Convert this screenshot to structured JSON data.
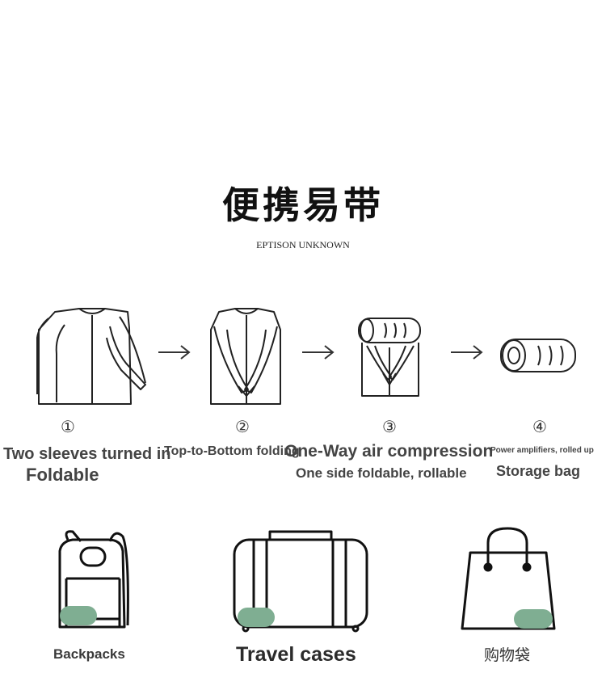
{
  "header": {
    "title": "便携易带",
    "subtitle": "EPTISON UNKNOWN"
  },
  "steps": [
    {
      "number": "①",
      "line1": "Two sleeves turned in",
      "line2": "Foldable"
    },
    {
      "number": "②",
      "line1": "Top-to-Bottom folding"
    },
    {
      "number": "③",
      "line1": "One-Way air compression",
      "line2": "One side foldable, rollable"
    },
    {
      "number": "④",
      "line1": "Power amplifiers, rolled up",
      "line2": "Storage bag"
    }
  ],
  "containers": [
    {
      "label": "Backpacks",
      "icon": "backpack-icon"
    },
    {
      "label": "Travel cases",
      "icon": "suitcase-icon"
    },
    {
      "label": "购物袋",
      "icon": "shopping-bag-icon"
    }
  ],
  "colors": {
    "accent": "#7fae92",
    "line": "#222222"
  }
}
